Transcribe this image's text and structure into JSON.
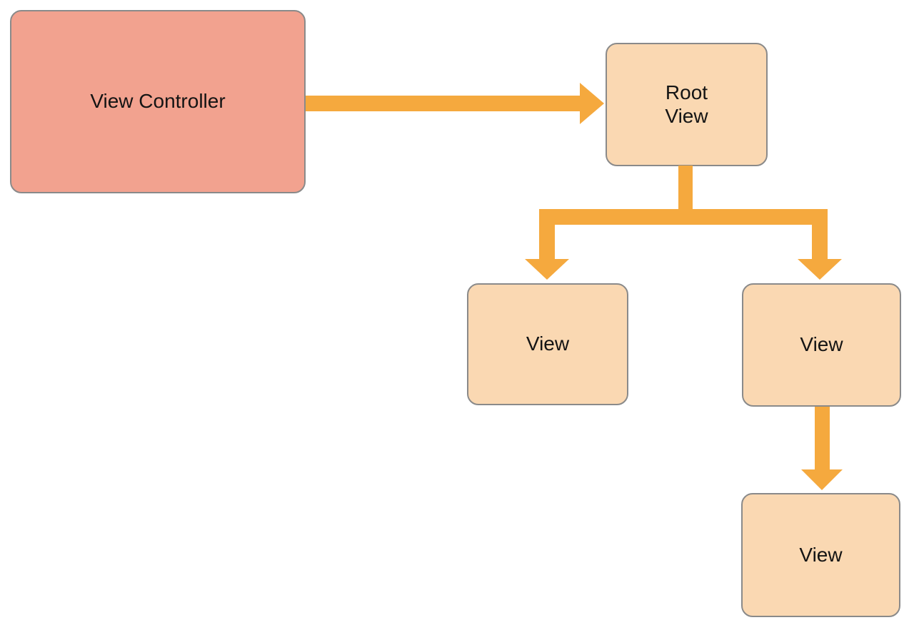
{
  "diagram": {
    "description": "View controller and view hierarchy diagram",
    "nodes": {
      "view_controller": {
        "label": "View Controller"
      },
      "root_view": {
        "label_line1": "Root",
        "label_line2": "View"
      },
      "left_view": {
        "label": "View"
      },
      "right_view": {
        "label": "View"
      },
      "bottom_view": {
        "label": "View"
      }
    },
    "edges": [
      {
        "from": "view_controller",
        "to": "root_view",
        "direction": "right"
      },
      {
        "from": "root_view",
        "to": "left_view",
        "direction": "down"
      },
      {
        "from": "root_view",
        "to": "right_view",
        "direction": "down"
      },
      {
        "from": "right_view",
        "to": "bottom_view",
        "direction": "down"
      }
    ],
    "colors": {
      "controller_fill": "#F2A28F",
      "view_fill": "#FAD8B2",
      "arrow": "#F5A93E",
      "node_border": "#8A8A8A",
      "text": "#141414",
      "background": "#FFFFFF"
    }
  }
}
